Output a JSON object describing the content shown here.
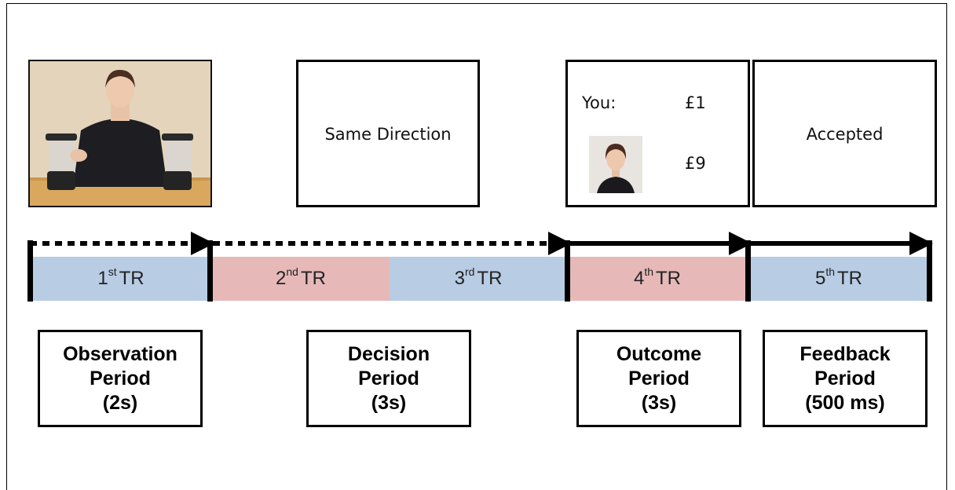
{
  "screens": {
    "decision_text": "Same Direction",
    "outcome_you_label": "You:",
    "outcome_you_amount": "£1",
    "outcome_other_amount": "£9",
    "feedback_text": "Accepted"
  },
  "timeline": {
    "segments": [
      {
        "num": "1",
        "suffix": "st",
        "label": "TR",
        "color": "#b8cce4"
      },
      {
        "num": "2",
        "suffix": "nd",
        "label": "TR",
        "color": "#e6b9b8"
      },
      {
        "num": "3",
        "suffix": "rd",
        "label": "TR",
        "color": "#b8cce4"
      },
      {
        "num": "4",
        "suffix": "th",
        "label": "TR",
        "color": "#e6b9b8"
      },
      {
        "num": "5",
        "suffix": "th",
        "label": "TR",
        "color": "#b8cce4"
      }
    ]
  },
  "periods": [
    {
      "line1": "Observation",
      "line2": "Period",
      "line3": "(2s)"
    },
    {
      "line1": "Decision",
      "line2": "Period",
      "line3": "(3s)"
    },
    {
      "line1": "Outcome",
      "line2": "Period",
      "line3": "(3s)"
    },
    {
      "line1": "Feedback",
      "line2": "Period",
      "line3": "(500 ms)"
    }
  ]
}
